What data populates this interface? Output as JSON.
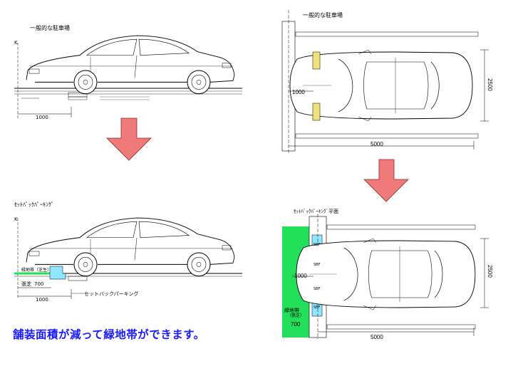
{
  "colors": {
    "arrow": "#f07a7a",
    "green": "#22e05a",
    "cyan": "#8fe6ff",
    "yellow": "#f2e07a",
    "caption": "#1a1aff"
  },
  "panels": {
    "top_left": {
      "title": "一般的な駐車場",
      "k": "K",
      "dim_width": "1000"
    },
    "top_right": {
      "title": "一般的な駐車場",
      "dim_1000": "1000",
      "dim_length": "5000",
      "dim_width": "2500"
    },
    "bottom_left": {
      "title": "ｾｯﾄﾊﾞｯｸﾊﾟｰｷﾝｸﾞ",
      "k": "K",
      "green_label": "緑地帯（芝生）",
      "turf_label": "張芝",
      "turf_dim": "700",
      "dim_width": "1000",
      "setback_label": "セットバックパーキング"
    },
    "bottom_right": {
      "title": "ｾｯﾄﾊﾞｯｸﾊﾟｰｷﾝｸﾞ平面",
      "dim_1000": "1000",
      "dim_length": "5000",
      "dim_width": "2500",
      "green_label": "緑地帯",
      "green_sub": "（張芝）",
      "green_dim": "700",
      "stop_marks": [
        "SBF",
        "SBF",
        "SBF",
        "SBF"
      ]
    }
  },
  "caption": "舗装面積が減って緑地帯ができます。"
}
